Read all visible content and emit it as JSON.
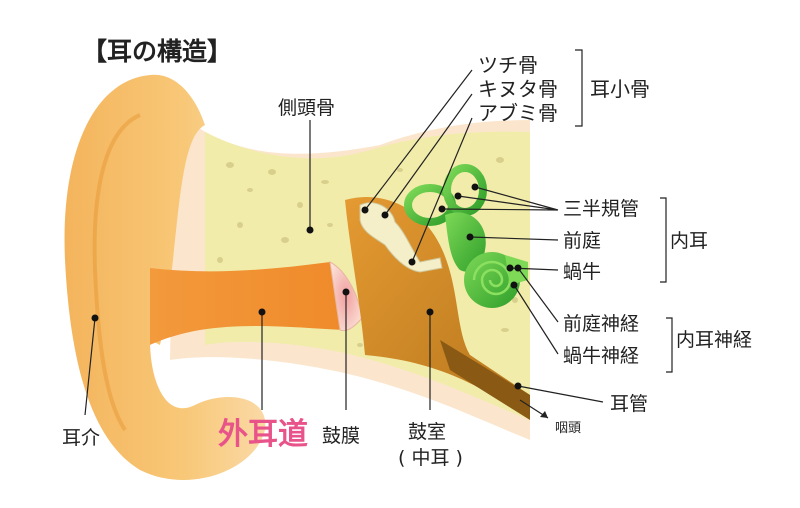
{
  "title": "【耳の構造】",
  "labels": {
    "tsuchi": "ツチ骨",
    "kinuta": "キヌタ骨",
    "abumi": "アブミ骨",
    "jishoukotsu": "耳小骨",
    "sokutoukotsu": "側頭骨",
    "sanhankikan": "三半規管",
    "zentei": "前庭",
    "naiji": "内耳",
    "kagyu": "蝸牛",
    "zentei_shinkei": "前庭神経",
    "naiji_shinkei": "内耳神経",
    "kagyu_shinkei": "蝸牛神経",
    "jikan": "耳管",
    "intou": "咽頭",
    "jikai": "耳介",
    "gaijidou": "外耳道",
    "komaku": "鼓膜",
    "koshitsu": "鼓室",
    "chuuji": "( 中耳 )"
  }
}
